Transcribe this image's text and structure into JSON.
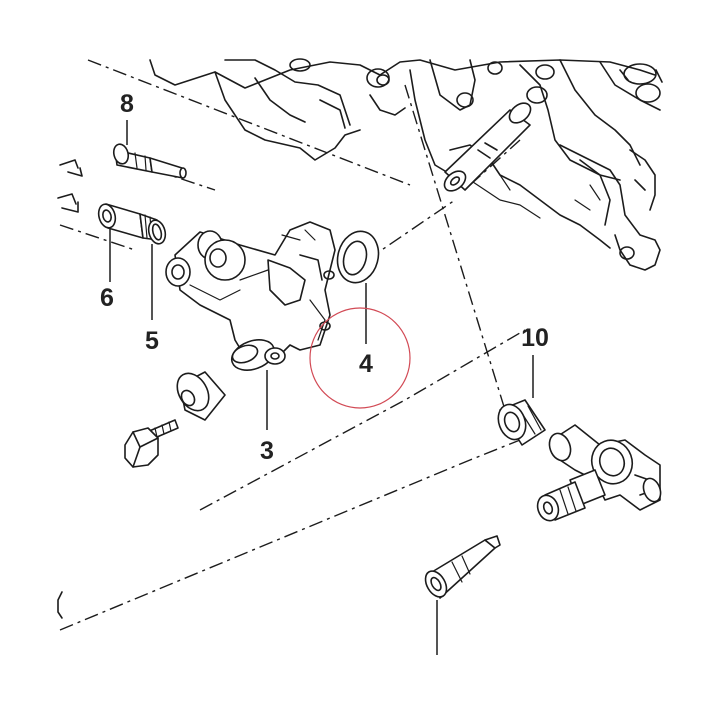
{
  "callouts": [
    {
      "id": "8",
      "text": "8"
    },
    {
      "id": "6",
      "text": "6"
    },
    {
      "id": "5",
      "text": "5"
    },
    {
      "id": "4",
      "text": "4"
    },
    {
      "id": "3",
      "text": "3"
    },
    {
      "id": "10",
      "text": "10"
    }
  ],
  "highlight": {
    "target": "4",
    "color": "#d24a55"
  },
  "colors": {
    "line": "#1c1c1c",
    "background": "#ffffff"
  }
}
